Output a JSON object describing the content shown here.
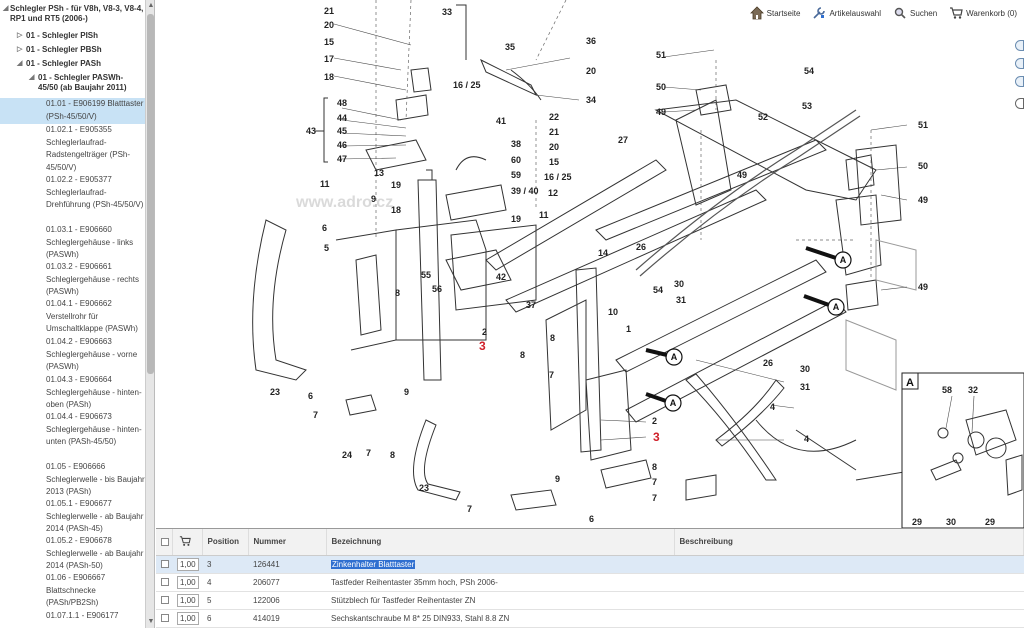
{
  "sidebar": {
    "root": "Schlegler PSh - für V8h, V8-3, V8-4, RP1 und RT5 (2006-)",
    "nodes": [
      "01 - Schlegler PISh",
      "01 - Schlegler PBSh",
      "01 - Schlegler PASh",
      "01 - Schlegler PASWh-45/50 (ab Baujahr 2011)"
    ],
    "items": [
      {
        "label": "01.01 - E906199 Blatttaster (PSh-45/50/V)",
        "selected": true
      },
      {
        "label": "01.02.1 - E905355 Schleglerlaufrad-Radstengelträger (PSh-45/50/V)"
      },
      {
        "label": "01.02.2 - E905377 Schleglerlaufrad-Drehführung (PSh-45/50/V)"
      },
      {
        "label": "01.03.1 - E906660 Schleglergehäuse - links (PASWh)"
      },
      {
        "label": "01.03.2 - E906661 Schleglergehäuse - rechts (PASWh)"
      },
      {
        "label": "01.04.1 - E906662 Verstellrohr für Umschaltklappe (PASWh)"
      },
      {
        "label": "01.04.2 - E906663 Schleglergehäuse - vorne (PASWh)"
      },
      {
        "label": "01.04.3 - E906664 Schleglergehäuse - hinten-oben (PASh)"
      },
      {
        "label": "01.04.4 - E906673 Schleglergehäuse - hinten-unten (PASh-45/50)"
      },
      {
        "label": "01.05 - E906666 Schleglerwelle - bis Baujahr 2013 (PASh)"
      },
      {
        "label": "01.05.1 - E906677 Schleglerwelle - ab Baujahr 2014 (PASh-45)"
      },
      {
        "label": "01.05.2 - E906678 Schleglerwelle - ab Baujahr 2014 (PASh-50)"
      },
      {
        "label": "01.06 - E906667 Blattschnecke (PASh/PB2Sh)"
      },
      {
        "label": "01.07.1.1 - E906177"
      }
    ]
  },
  "toolbar": {
    "home": "Startseite",
    "articles": "Artikelauswahl",
    "search": "Suchen",
    "cart": "Warenkorb (0)"
  },
  "watermark": "www.adro.cz",
  "callouts": [
    {
      "t": "21"
    },
    {
      "t": "20"
    },
    {
      "t": "15"
    },
    {
      "t": "17"
    },
    {
      "t": "18"
    },
    {
      "t": "33"
    },
    {
      "t": "35"
    },
    {
      "t": "36"
    },
    {
      "t": "20"
    },
    {
      "t": "34"
    },
    {
      "t": "16 / 25"
    },
    {
      "t": "48"
    },
    {
      "t": "44"
    },
    {
      "t": "45"
    },
    {
      "t": "46"
    },
    {
      "t": "47"
    },
    {
      "t": "43"
    },
    {
      "t": "41"
    },
    {
      "t": "38"
    },
    {
      "t": "60"
    },
    {
      "t": "59"
    },
    {
      "t": "39 / 40"
    },
    {
      "t": "11"
    },
    {
      "t": "9"
    },
    {
      "t": "13"
    },
    {
      "t": "19"
    },
    {
      "t": "18"
    },
    {
      "t": "19"
    },
    {
      "t": "22"
    },
    {
      "t": "21"
    },
    {
      "t": "20"
    },
    {
      "t": "15"
    },
    {
      "t": "16 / 25"
    },
    {
      "t": "12"
    },
    {
      "t": "27"
    },
    {
      "t": "51"
    },
    {
      "t": "50"
    },
    {
      "t": "49"
    },
    {
      "t": "54"
    },
    {
      "t": "53"
    },
    {
      "t": "52"
    },
    {
      "t": "51"
    },
    {
      "t": "50"
    },
    {
      "t": "49"
    },
    {
      "t": "49"
    },
    {
      "t": "49"
    },
    {
      "t": "6"
    },
    {
      "t": "5"
    },
    {
      "t": "55"
    },
    {
      "t": "56"
    },
    {
      "t": "8"
    },
    {
      "t": "42"
    },
    {
      "t": "37"
    },
    {
      "t": "14"
    },
    {
      "t": "26"
    },
    {
      "t": "54"
    },
    {
      "t": "30"
    },
    {
      "t": "31"
    },
    {
      "t": "10"
    },
    {
      "t": "1"
    },
    {
      "t": "2"
    },
    {
      "t": "3",
      "red": true
    },
    {
      "t": "8"
    },
    {
      "t": "8"
    },
    {
      "t": "7"
    },
    {
      "t": "9"
    },
    {
      "t": "23"
    },
    {
      "t": "6"
    },
    {
      "t": "7"
    },
    {
      "t": "24"
    },
    {
      "t": "7"
    },
    {
      "t": "8"
    },
    {
      "t": "26"
    },
    {
      "t": "30"
    },
    {
      "t": "31"
    },
    {
      "t": "4"
    },
    {
      "t": "4"
    },
    {
      "t": "2"
    },
    {
      "t": "3",
      "red": true
    },
    {
      "t": "8"
    },
    {
      "t": "7"
    },
    {
      "t": "7"
    },
    {
      "t": "9"
    },
    {
      "t": "23"
    },
    {
      "t": "7"
    },
    {
      "t": "6"
    },
    {
      "t": "11"
    }
  ],
  "detail": {
    "title": "A",
    "labels": [
      "58",
      "32",
      "29",
      "30",
      "29"
    ]
  },
  "table": {
    "headers": [
      "Position",
      "Nummer",
      "Bezeichnung",
      "Beschreibung"
    ],
    "rows": [
      {
        "qty": "1,00",
        "pos": "3",
        "nr": "126441",
        "bez": "Zinkenhalter Blatttaster",
        "selected": true
      },
      {
        "qty": "1,00",
        "pos": "4",
        "nr": "206077",
        "bez": "Tastfeder Reihentaster 35mm hoch, PSh 2006-"
      },
      {
        "qty": "1,00",
        "pos": "5",
        "nr": "122006",
        "bez": "Stützblech für Tastfeder Reihentaster ZN"
      },
      {
        "qty": "1,00",
        "pos": "6",
        "nr": "414019",
        "bez": "Sechskantschraube M 8* 25 DIN933, Stahl 8.8 ZN"
      }
    ]
  },
  "colors": {
    "accent": "#2f6fd0",
    "selection": "#c8e2f5",
    "red_callout": "#d0202a"
  }
}
